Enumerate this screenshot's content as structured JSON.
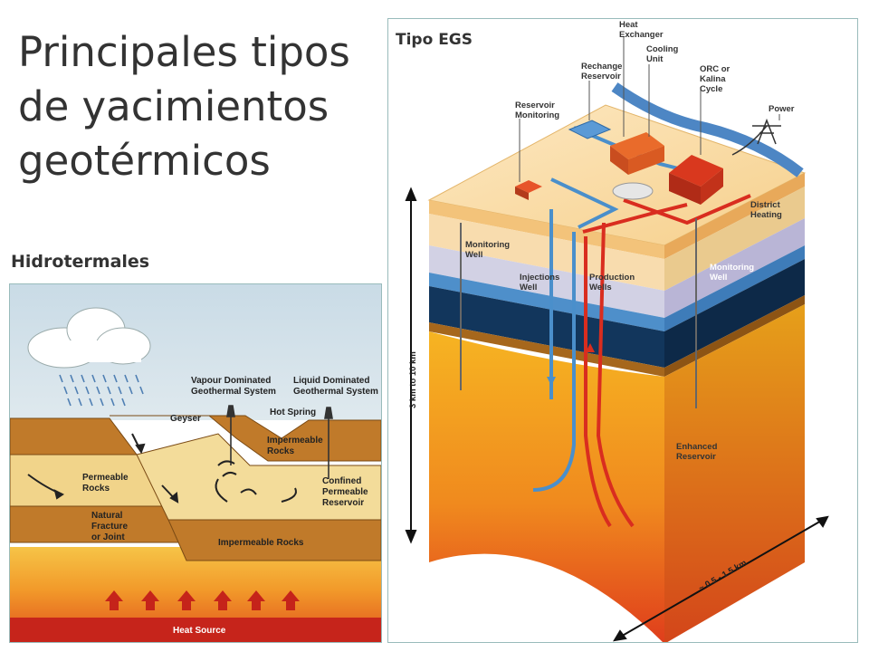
{
  "slide": {
    "title": "Principales tipos de yacimientos geotérmicos",
    "label_hydro": "Hidrotermales",
    "label_egs": "Tipo EGS"
  },
  "hydro": {
    "vapour_line1": "Vapour Dominated",
    "vapour_line2": "Geothermal System",
    "liquid_line1": "Liquid Dominated",
    "liquid_line2": "Geothermal System",
    "geyser": "Geyser",
    "hot_spring": "Hot Spring",
    "impermeable_top_1": "Impermeable",
    "impermeable_top_2": "Rocks",
    "permeable_1": "Permeable",
    "permeable_2": "Rocks",
    "confined_1": "Confined",
    "confined_2": "Permeable",
    "confined_3": "Reservoir",
    "fracture_1": "Natural",
    "fracture_2": "Fracture",
    "fracture_3": "or Joint",
    "impermeable_bottom": "Impermeable Rocks",
    "heat_source": "Heat Source"
  },
  "egs": {
    "heat_exchanger_1": "Heat",
    "heat_exchanger_2": "Exchanger",
    "cooling_1": "Cooling",
    "cooling_2": "Unit",
    "recharge_1": "Rechange",
    "recharge_2": "Reservoir",
    "orc_1": "ORC or",
    "orc_2": "Kalina",
    "orc_3": "Cycle",
    "reservoir_mon_1": "Reservoir",
    "reservoir_mon_2": "Monitoring",
    "power": "Power",
    "district_1": "District",
    "district_2": "Heating",
    "mon_well_left_1": "Monitoring",
    "mon_well_left_2": "Well",
    "injection_1": "Injections",
    "injection_2": "Well",
    "production_1": "Production",
    "production_2": "Wells",
    "mon_well_right_1": "Monitoring",
    "mon_well_right_2": "Well",
    "enhanced_1": "Enhanced",
    "enhanced_2": "Reservoir",
    "depth": "3 km to 10 km",
    "width": "~ 0.5 - 1.5 km"
  },
  "colors": {
    "hot": "#d92d1f",
    "cold": "#4a8fcb",
    "reservoir": "#f2a31a"
  }
}
